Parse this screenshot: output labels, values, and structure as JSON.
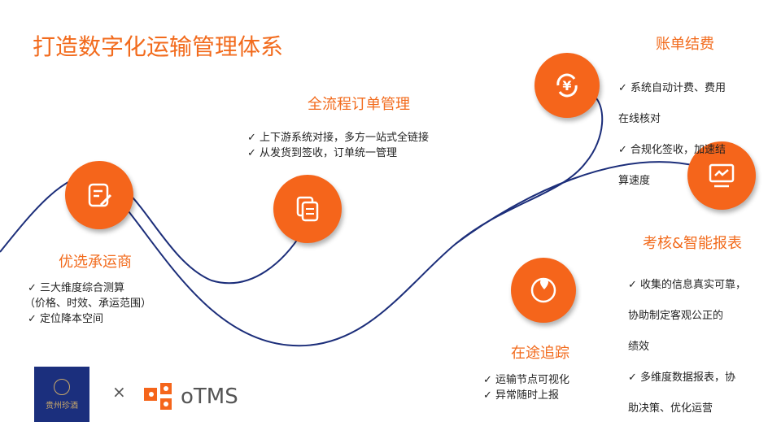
{
  "title": "打造数字化运输管理体系",
  "colors": {
    "accent": "#f5651b",
    "line": "#1c2e7a",
    "logo_bg": "#1b2f7d"
  },
  "sections": [
    {
      "heading": "优选承运商",
      "items": [
        "✓  三大维度综合测算",
        "（价格、时效、承运范围）",
        "✓  定位降本空间"
      ]
    },
    {
      "heading": "全流程订单管理",
      "items": [
        "✓  上下游系统对接，多方一站式全链接",
        "✓  从发货到签收，订单统一管理"
      ]
    },
    {
      "heading": "账单结费",
      "items": [
        "✓  系统自动计费、费用",
        "     在线核对",
        "✓  合规化签收，加速结",
        "     算速度"
      ]
    },
    {
      "heading": "考核&智能报表",
      "items": [
        "✓  收集的信息真实可靠，",
        "     协助制定客观公正的",
        "     绩效",
        "✓  多维度数据报表，协",
        "     助决策、优化运营"
      ]
    },
    {
      "heading": "在途追踪",
      "items": [
        "✓  运输节点可视化",
        "✓  异常随时上报"
      ]
    }
  ],
  "logos": {
    "partner": "贵州珍酒",
    "times": "×",
    "brand": "oTMS"
  }
}
